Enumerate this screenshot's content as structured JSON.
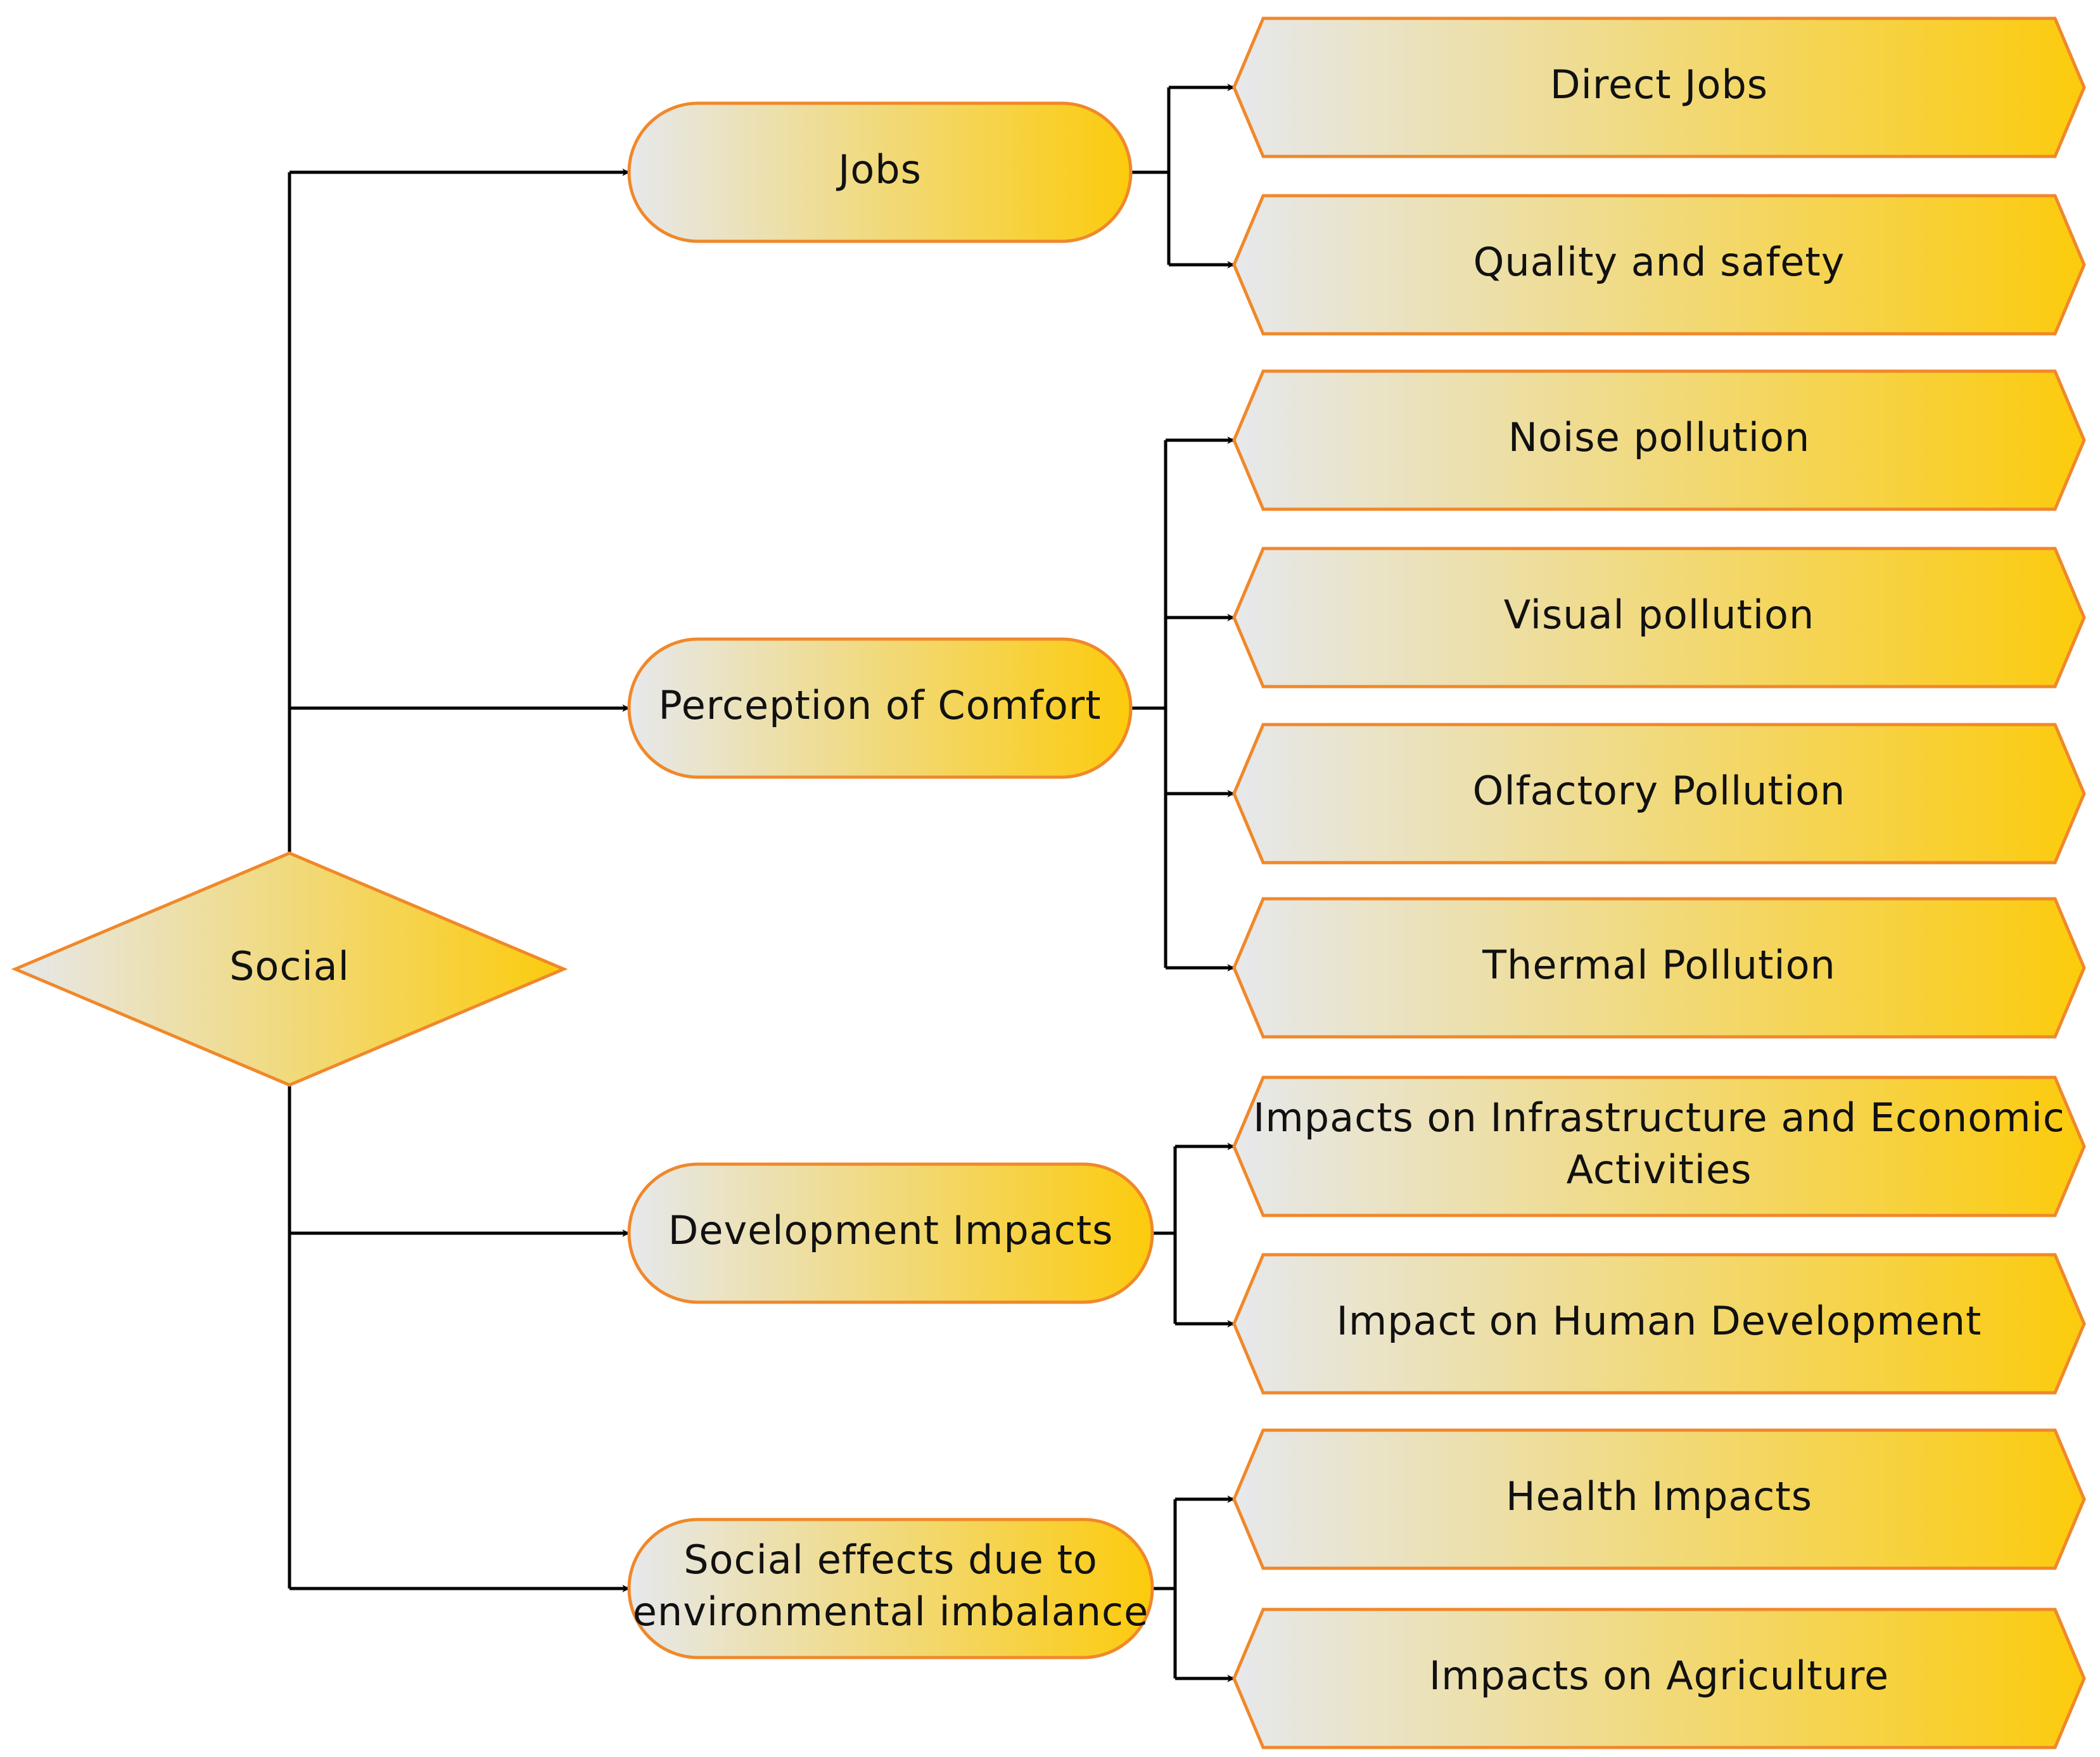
{
  "colors": {
    "gradient_start": "#e6e8ec",
    "gradient_end": "#fccb0c",
    "border": "#f0882a",
    "connector": "#000000",
    "text": "#111111"
  },
  "root": {
    "label": "Social"
  },
  "categories": [
    {
      "label": "Jobs",
      "children": [
        "Direct Jobs",
        "Quality and safety"
      ]
    },
    {
      "label": "Perception of Comfort",
      "children": [
        "Noise pollution",
        "Visual pollution",
        "Olfactory Pollution",
        "Thermal Pollution"
      ]
    },
    {
      "label": "Development Impacts",
      "children": [
        "Impacts on Infrastructure and Economic Activities",
        "Impact on Human Development"
      ]
    },
    {
      "label": "Social effects due to environmental imbalance",
      "children": [
        "Health Impacts",
        "Impacts on Agriculture"
      ]
    }
  ]
}
